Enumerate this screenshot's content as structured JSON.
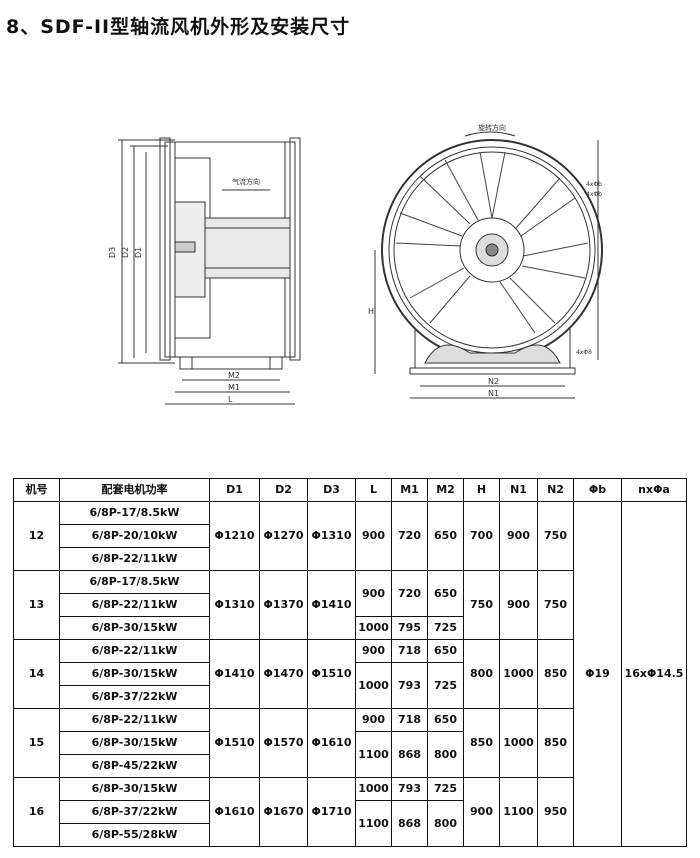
{
  "title": "8、SDF-II型轴流风机外形及安装尺寸",
  "drawing": {
    "labels": {
      "airflow_side": "气流方向",
      "rotation": "旋转方向",
      "D3": "D3",
      "D2": "D2",
      "D1": "D1",
      "M2": "M2",
      "M1": "M1",
      "L": "L",
      "N2": "N2",
      "N1": "N1",
      "H": "H",
      "hole1": "4xΦb",
      "hole2": "4xΦ8",
      "hole3": "4xΦb"
    }
  },
  "table": {
    "headers": [
      "机号",
      "配套电机功率",
      "D1",
      "D2",
      "D3",
      "L",
      "M1",
      "M2",
      "H",
      "N1",
      "N2",
      "Φb",
      "nxΦa"
    ],
    "groups": [
      {
        "model": "12",
        "motors": [
          "6/8P-17/8.5kW",
          "6/8P-20/10kW",
          "6/8P-22/11kW"
        ],
        "D1": "Φ1210",
        "D2": "Φ1270",
        "D3": "Φ1310",
        "LM": [
          {
            "L": "900",
            "M1": "720",
            "M2": "650"
          }
        ],
        "H": "700",
        "N1": "900",
        "N2": "750"
      },
      {
        "model": "13",
        "motors": [
          "6/8P-17/8.5kW",
          "6/8P-22/11kW",
          "6/8P-30/15kW"
        ],
        "D1": "Φ1310",
        "D2": "Φ1370",
        "D3": "Φ1410",
        "LM": [
          {
            "L": "900",
            "M1": "720",
            "M2": "650"
          },
          {
            "L": "1000",
            "M1": "795",
            "M2": "725"
          }
        ],
        "H": "750",
        "N1": "900",
        "N2": "750"
      },
      {
        "model": "14",
        "motors": [
          "6/8P-22/11kW",
          "6/8P-30/15kW",
          "6/8P-37/22kW"
        ],
        "D1": "Φ1410",
        "D2": "Φ1470",
        "D3": "Φ1510",
        "LM": [
          {
            "L": "900",
            "M1": "718",
            "M2": "650"
          },
          {
            "L": "1000",
            "M1": "793",
            "M2": "725"
          }
        ],
        "H": "800",
        "N1": "1000",
        "N2": "850"
      },
      {
        "model": "15",
        "motors": [
          "6/8P-22/11kW",
          "6/8P-30/15kW",
          "6/8P-45/22kW"
        ],
        "D1": "Φ1510",
        "D2": "Φ1570",
        "D3": "Φ1610",
        "LM": [
          {
            "L": "900",
            "M1": "718",
            "M2": "650"
          },
          {
            "L": "1100",
            "M1": "868",
            "M2": "800"
          }
        ],
        "H": "850",
        "N1": "1000",
        "N2": "850"
      },
      {
        "model": "16",
        "motors": [
          "6/8P-30/15kW",
          "6/8P-37/22kW",
          "6/8P-55/28kW"
        ],
        "D1": "Φ1610",
        "D2": "Φ1670",
        "D3": "Φ1710",
        "LM": [
          {
            "L": "1000",
            "M1": "793",
            "M2": "725"
          },
          {
            "L": "1100",
            "M1": "868",
            "M2": "800"
          }
        ],
        "H": "900",
        "N1": "1100",
        "N2": "950"
      }
    ],
    "shared": {
      "phi_b": "Φ19",
      "holes": "16xΦ14.5"
    }
  }
}
